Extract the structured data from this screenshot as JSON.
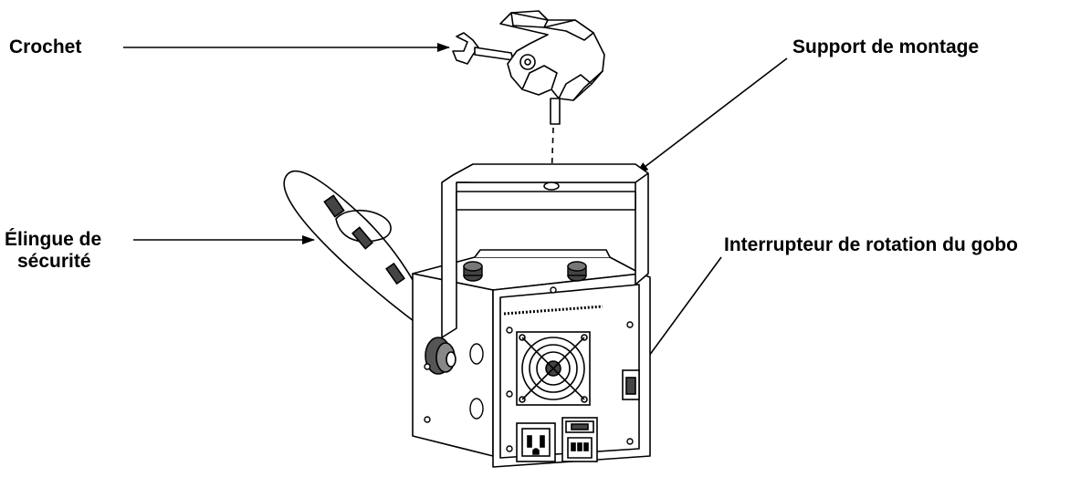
{
  "labels": {
    "crochet": "Crochet",
    "support": "Support de montage",
    "elingue_line1": "Élingue de",
    "elingue_line2": "sécurité",
    "interrupteur": "Interrupteur de rotation du gobo"
  },
  "colors": {
    "line": "#000000",
    "fill": "#ffffff",
    "shade": "#444444"
  }
}
